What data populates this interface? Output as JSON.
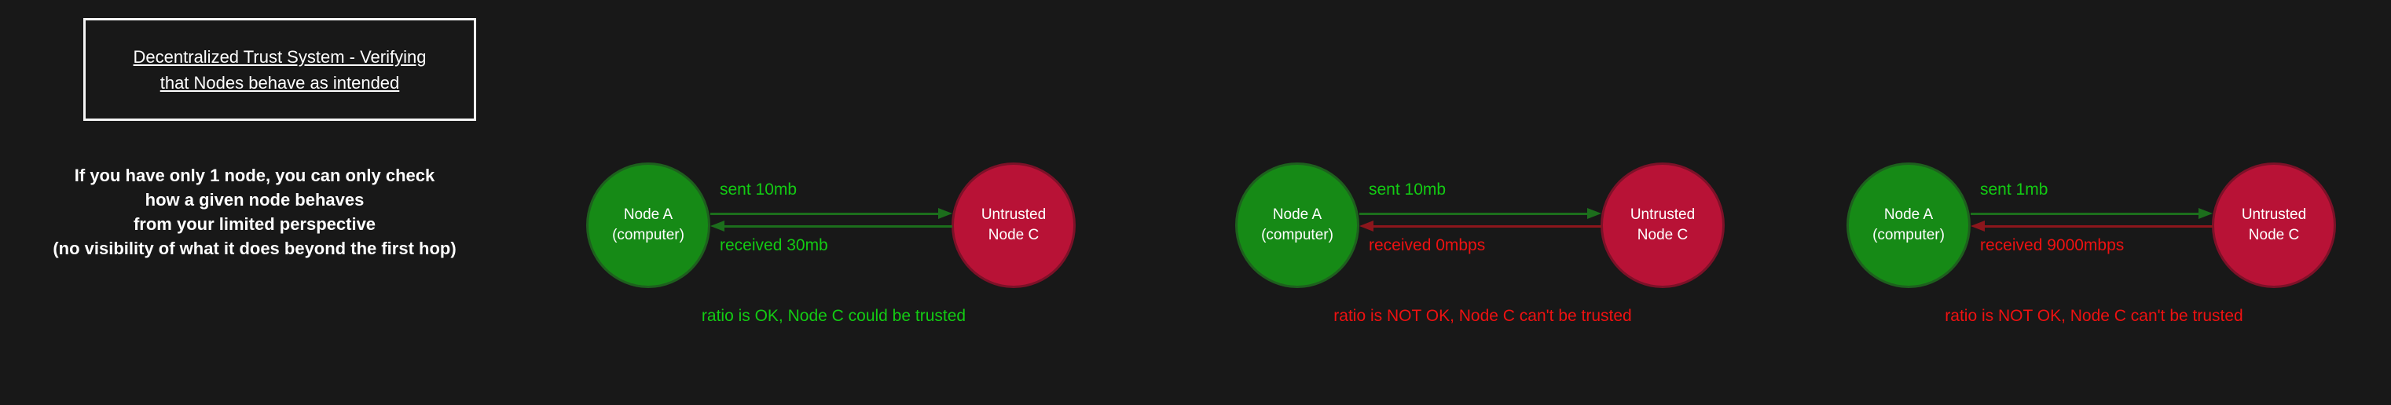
{
  "background_color": "#181818",
  "title_box": {
    "lines": [
      "Decentralized Trust System - Verifying",
      "that Nodes behave as intended"
    ],
    "text_color": "#ffffff",
    "border_color": "#f5f5f5"
  },
  "intro": {
    "lines": [
      "If you have only 1 node, you can only check",
      "how a given node behaves",
      "from your limited perspective",
      "(no visibility of what it does beyond the first hop)"
    ],
    "text_color": "#ffffff"
  },
  "colors": {
    "node_a_fill": "#168a16",
    "node_a_border": "#1e601e",
    "node_c_fill": "#b81236",
    "node_c_border": "#7c1128",
    "node_text": "#ffffff",
    "ok_green": "#13cb13",
    "alert_red": "#ee1111",
    "arrow_dark_green": "#1c6e1c",
    "arrow_dark_red": "#8c161c"
  },
  "diagrams": [
    {
      "node_a": {
        "line1": "Node A",
        "line2": "(computer)"
      },
      "node_c": {
        "line1": "Untrusted",
        "line2": "Node C"
      },
      "sent": {
        "label": "sent 10mb",
        "label_color": "#13cb13",
        "arrow_color": "#1c6e1c"
      },
      "received": {
        "label": "received 30mb",
        "label_color": "#13cb13",
        "arrow_color": "#1c6e1c"
      },
      "caption": {
        "text": "ratio is OK, Node C could be trusted",
        "color": "#13cb13"
      }
    },
    {
      "node_a": {
        "line1": "Node A",
        "line2": "(computer)"
      },
      "node_c": {
        "line1": "Untrusted",
        "line2": "Node C"
      },
      "sent": {
        "label": "sent 10mb",
        "label_color": "#13cb13",
        "arrow_color": "#1c6e1c"
      },
      "received": {
        "label": "received 0mbps",
        "label_color": "#ee1111",
        "arrow_color": "#8c161c"
      },
      "caption": {
        "text": "ratio is NOT OK, Node C can't be trusted",
        "color": "#ee1111"
      }
    },
    {
      "node_a": {
        "line1": "Node A",
        "line2": "(computer)"
      },
      "node_c": {
        "line1": "Untrusted",
        "line2": "Node C"
      },
      "sent": {
        "label": "sent 1mb",
        "label_color": "#13cb13",
        "arrow_color": "#1c6e1c"
      },
      "received": {
        "label": "received 9000mbps",
        "label_color": "#ee1111",
        "arrow_color": "#8c161c"
      },
      "caption": {
        "text": "ratio is NOT OK, Node C can't be trusted",
        "color": "#ee1111"
      }
    }
  ]
}
